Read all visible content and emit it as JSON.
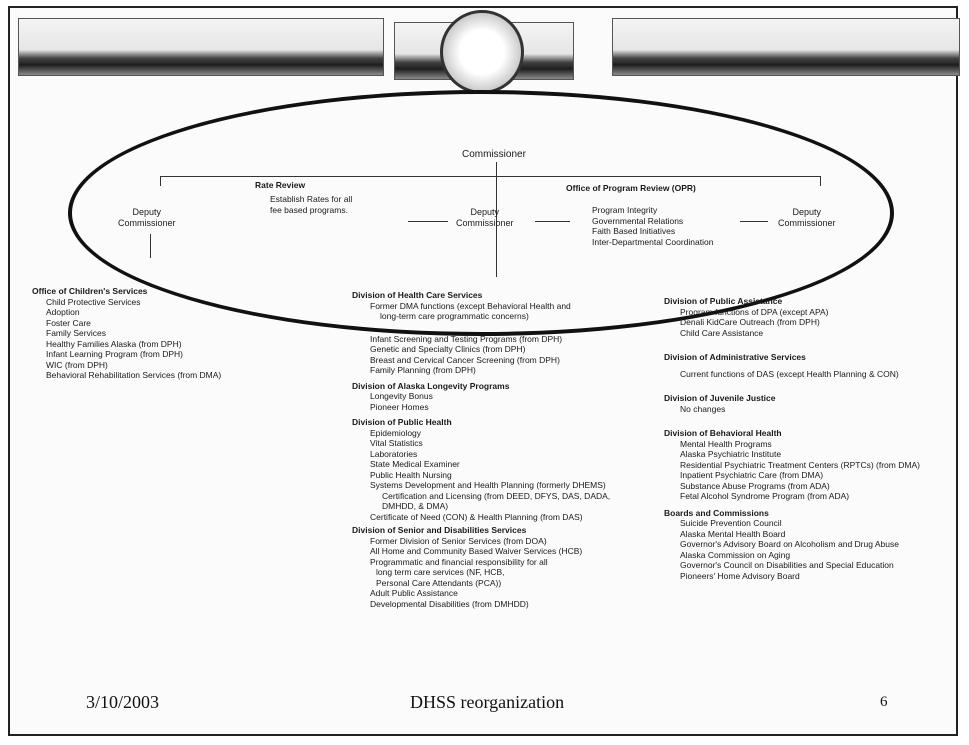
{
  "top": {
    "commissioner": "Commissioner"
  },
  "ellipse": {
    "deputy_left": "Deputy\nCommissioner",
    "deputy_center": "Deputy\nCommissioner",
    "deputy_right": "Deputy\nCommissioner",
    "rate_review_title": "Rate Review",
    "rate_review_text": "Establish Rates for all\nfee based programs.",
    "opr_title": "Office of Program Review (OPR)",
    "opr_items": [
      "Program Integrity",
      "Governmental Relations",
      "Faith Based Initiatives",
      "Inter-Departmental Coordination"
    ]
  },
  "col_left": {
    "heading": "Office of Children's Services",
    "items": [
      "Child Protective Services",
      "Adoption",
      "Foster Care",
      "Family Services",
      "Healthy Families Alaska (from DPH)",
      "Infant Learning Program (from DPH)",
      "WIC (from DPH)",
      "Behavioral Rehabilitation Services (from DMA)"
    ]
  },
  "col_center": {
    "sections": [
      {
        "heading": "Division of Health Care Services",
        "items": [
          "Former DMA functions (except Behavioral Health and",
          "long-term care programmatic concerns)",
          "Infant Screening and Testing Programs (from DPH)",
          "Genetic and Specialty Clinics (from DPH)",
          "Breast and Cervical Cancer Screening (from DPH)",
          "Family Planning (from DPH)"
        ]
      },
      {
        "heading": "Division of Alaska Longevity Programs",
        "items": [
          "Longevity Bonus",
          "Pioneer Homes"
        ]
      },
      {
        "heading": "Division of Public Health",
        "items": [
          "Epidemiology",
          "Vital Statistics",
          "Laboratories",
          "State Medical Examiner",
          "Public Health Nursing",
          "Systems Development and Health Planning (formerly DHEMS)",
          "Certification and Licensing (from DEED, DFYS, DAS, DADA,",
          "DMHDD, & DMA)",
          "Certificate of Need (CON) & Health Planning (from DAS)"
        ]
      },
      {
        "heading": "Division of Senior and Disabilities Services",
        "items": [
          "Former Division of Senior Services (from DOA)",
          "All Home and Community Based Waiver Services (HCB)",
          "Programmatic and financial responsibility for all",
          "long term care services (NF, HCB,",
          "Personal Care Attendants (PCA))",
          "Adult Public Assistance",
          "Developmental Disabilities (from DMHDD)"
        ]
      }
    ]
  },
  "col_right": {
    "sections": [
      {
        "heading": "Division of Public Assistance",
        "items": [
          "Program functions of DPA (except APA)",
          "Denali KidCare Outreach (from DPH)",
          "Child Care Assistance"
        ]
      },
      {
        "heading": "Division of Administrative Services",
        "items": [
          "Current functions of DAS (except Health Planning & CON)"
        ]
      },
      {
        "heading": "Division of Juvenile Justice",
        "items": [
          "No changes"
        ]
      },
      {
        "heading": "Division of Behavioral Health",
        "items": [
          "Mental Health Programs",
          "Alaska Psychiatric Institute",
          "Residential Psychiatric Treatment Centers (RPTCs) (from DMA)",
          "Inpatient Psychiatric Care (from DMA)",
          "Substance Abuse Programs (from ADA)",
          "Fetal Alcohol Syndrome Program (from ADA)"
        ]
      },
      {
        "heading": "Boards and Commissions",
        "items": [
          "Suicide Prevention Council",
          "Alaska Mental Health Board",
          "Governor's Advisory Board on Alcoholism and Drug Abuse",
          "Alaska Commission on Aging",
          "Governor's Council on Disabilities and Special Education",
          "Pioneers' Home Advisory Board"
        ]
      }
    ]
  },
  "footer": {
    "date": "3/10/2003",
    "title": "DHSS reorganization",
    "page": "6"
  }
}
